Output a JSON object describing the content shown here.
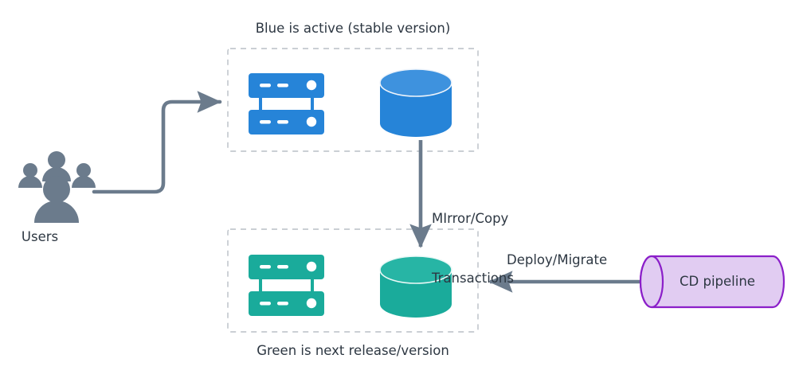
{
  "diagram": {
    "title_top": "Blue is active (stable version)",
    "title_bottom": "Green is next release/version",
    "users_label": "Users",
    "mirror_label_line1": "MIrror/Copy",
    "mirror_label_line2": "Transactions",
    "deploy_label": "Deploy/Migrate",
    "cd_pipeline_label": "CD pipeline",
    "colors": {
      "blue": "#2684D8",
      "blue_dark": "#1f79cc",
      "blue_top": "#3e92de",
      "green": "#1AAB9B",
      "green_dark": "#169d8e",
      "green_top": "#27b5a5",
      "gray_arrow": "#6b7b8c",
      "gray_users": "#6b7b8c",
      "text": "#2d3742",
      "dashed_border": "#b9bfc6",
      "purple_stroke": "#8B1FC9",
      "purple_fill": "#E1CCF2"
    },
    "nodes": [
      {
        "name": "blue-environment",
        "type": "dashed-group",
        "label": "Blue is active (stable version)"
      },
      {
        "name": "blue-server",
        "type": "server-icon",
        "color": "#2684D8"
      },
      {
        "name": "blue-database",
        "type": "database-cylinder",
        "color": "#2684D8"
      },
      {
        "name": "green-environment",
        "type": "dashed-group",
        "label": "Green is next release/version"
      },
      {
        "name": "green-server",
        "type": "server-icon",
        "color": "#1AAB9B"
      },
      {
        "name": "green-database",
        "type": "database-cylinder",
        "color": "#1AAB9B"
      },
      {
        "name": "users",
        "type": "users-icon",
        "label": "Users"
      },
      {
        "name": "cd-pipeline",
        "type": "horizontal-cylinder",
        "label": "CD pipeline"
      }
    ],
    "edges": [
      {
        "name": "users-to-blue",
        "from": "users",
        "to": "blue-environment",
        "label": ""
      },
      {
        "name": "blue-db-to-green-db",
        "from": "blue-database",
        "to": "green-database",
        "label": "MIrror/Copy Transactions"
      },
      {
        "name": "cd-to-green",
        "from": "cd-pipeline",
        "to": "green-environment",
        "label": "Deploy/Migrate"
      }
    ]
  }
}
